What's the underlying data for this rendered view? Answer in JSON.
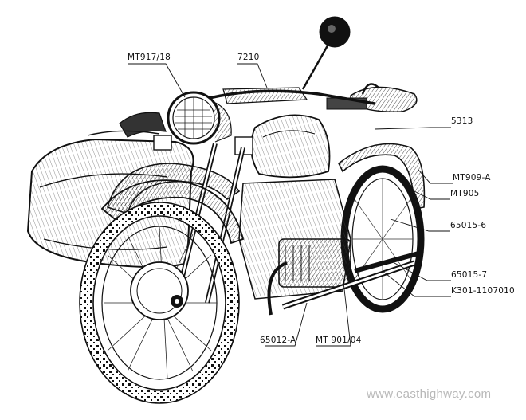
{
  "subject": "sidecar-motorcycle",
  "labels": {
    "mt917_18": "MT917/18",
    "p7210": "7210",
    "p5313": "5313",
    "mt909a": "MT909-A",
    "mt905": "MT905",
    "p65015_6": "65015-6",
    "p65015_7": "65015-7",
    "k301": "K301-1107010",
    "p65012a": "65012-A",
    "mt901_04": "MT 901/04"
  },
  "watermark": "www.easthighway.com",
  "colors": {
    "ink": "#111111",
    "watermark": "#b8b8b8",
    "background": "#ffffff"
  }
}
